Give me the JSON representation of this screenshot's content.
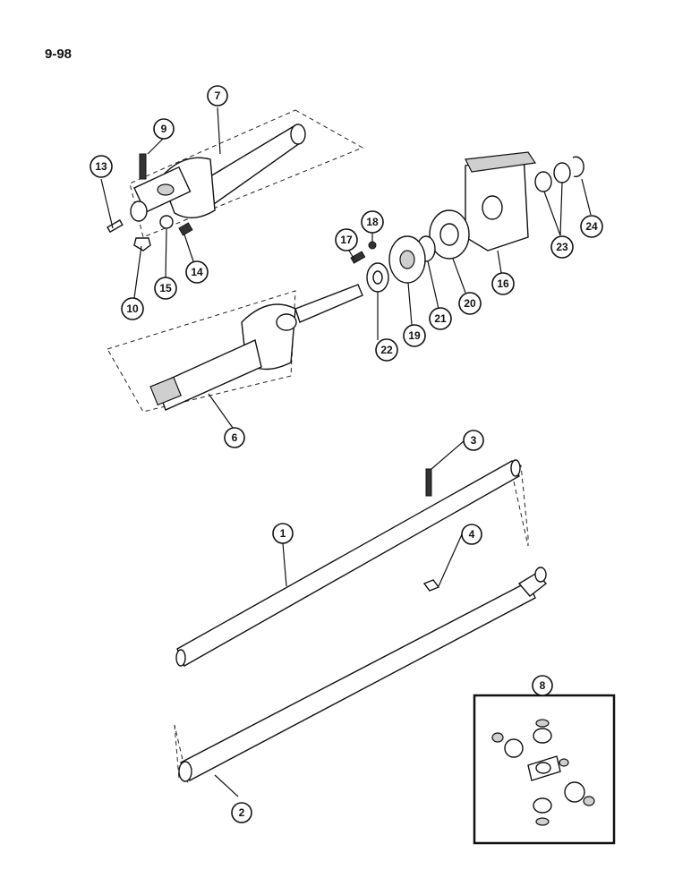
{
  "page_number": "9-98",
  "callouts": {
    "c1": "1",
    "c2": "2",
    "c3": "3",
    "c4": "4",
    "c6": "6",
    "c7": "7",
    "c8": "8",
    "c9": "9",
    "c10": "10",
    "c13": "13",
    "c14": "14",
    "c15": "15",
    "c16": "16",
    "c17": "17",
    "c18": "18",
    "c19": "19",
    "c20": "20",
    "c21": "21",
    "c22": "22",
    "c23": "23",
    "c24": "24"
  }
}
